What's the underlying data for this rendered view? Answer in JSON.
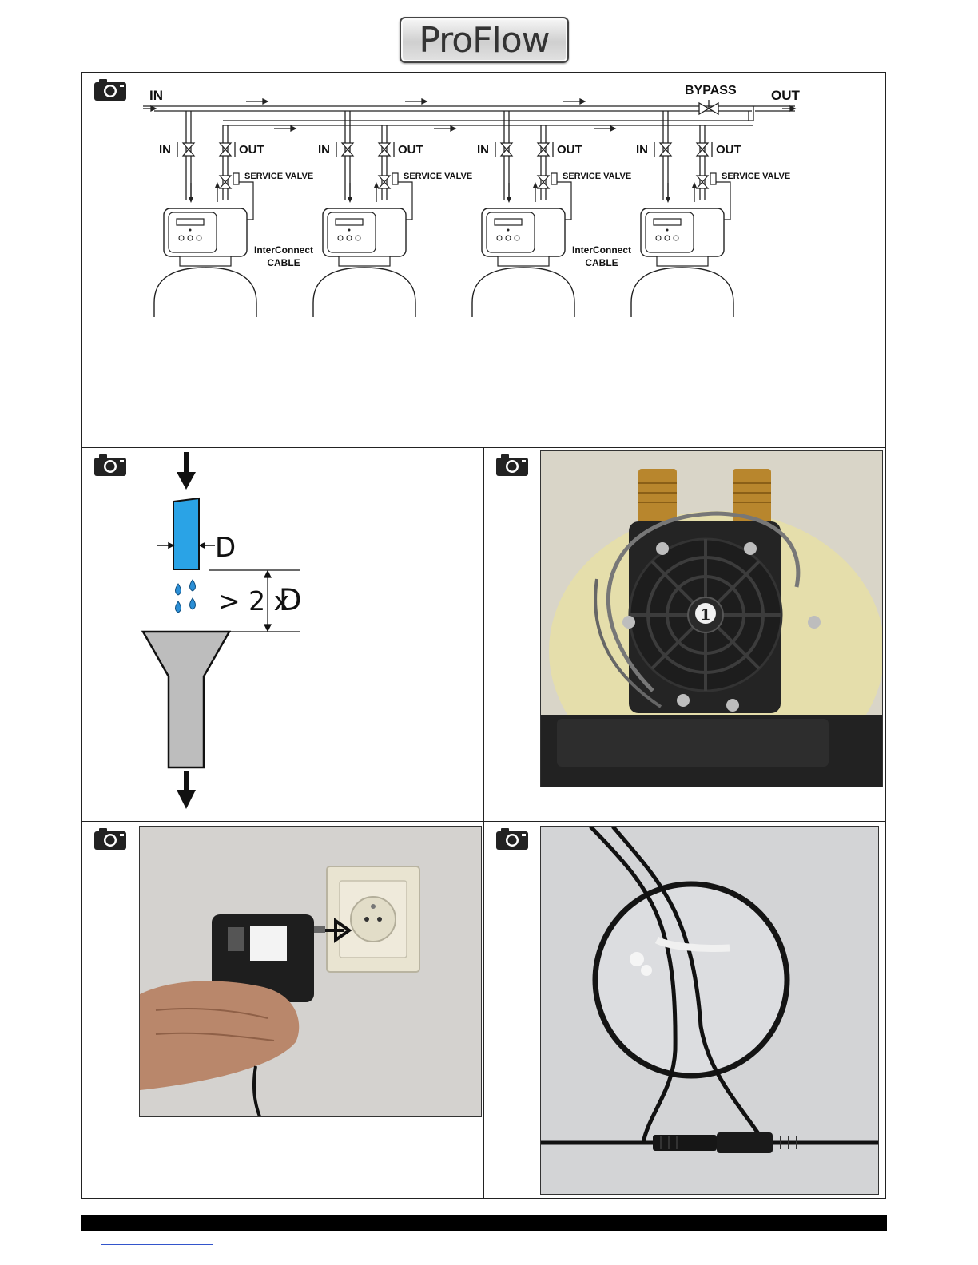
{
  "header": {
    "logo_text": "ProFlow"
  },
  "schematic": {
    "in_label": "IN",
    "out_label": "OUT",
    "bypass_label": "BYPASS",
    "branch_in_label": "IN",
    "branch_out_label": "OUT",
    "service_valve_label": "SERVICE VALVE",
    "interconnect_line1": "InterConnect",
    "interconnect_line2": "CABLE",
    "unit_count": 4
  },
  "drain_gap": {
    "diameter_label": "D",
    "gap_prefix": "> 2 x",
    "gap_label": "D"
  },
  "valve_photo": {
    "marker": "1"
  },
  "colors": {
    "pipe_blue": "#2aa3e6",
    "funnel_gray": "#bdbdbd",
    "droplet": "#2b8fd6"
  },
  "icons": {
    "camera": "camera-icon"
  }
}
